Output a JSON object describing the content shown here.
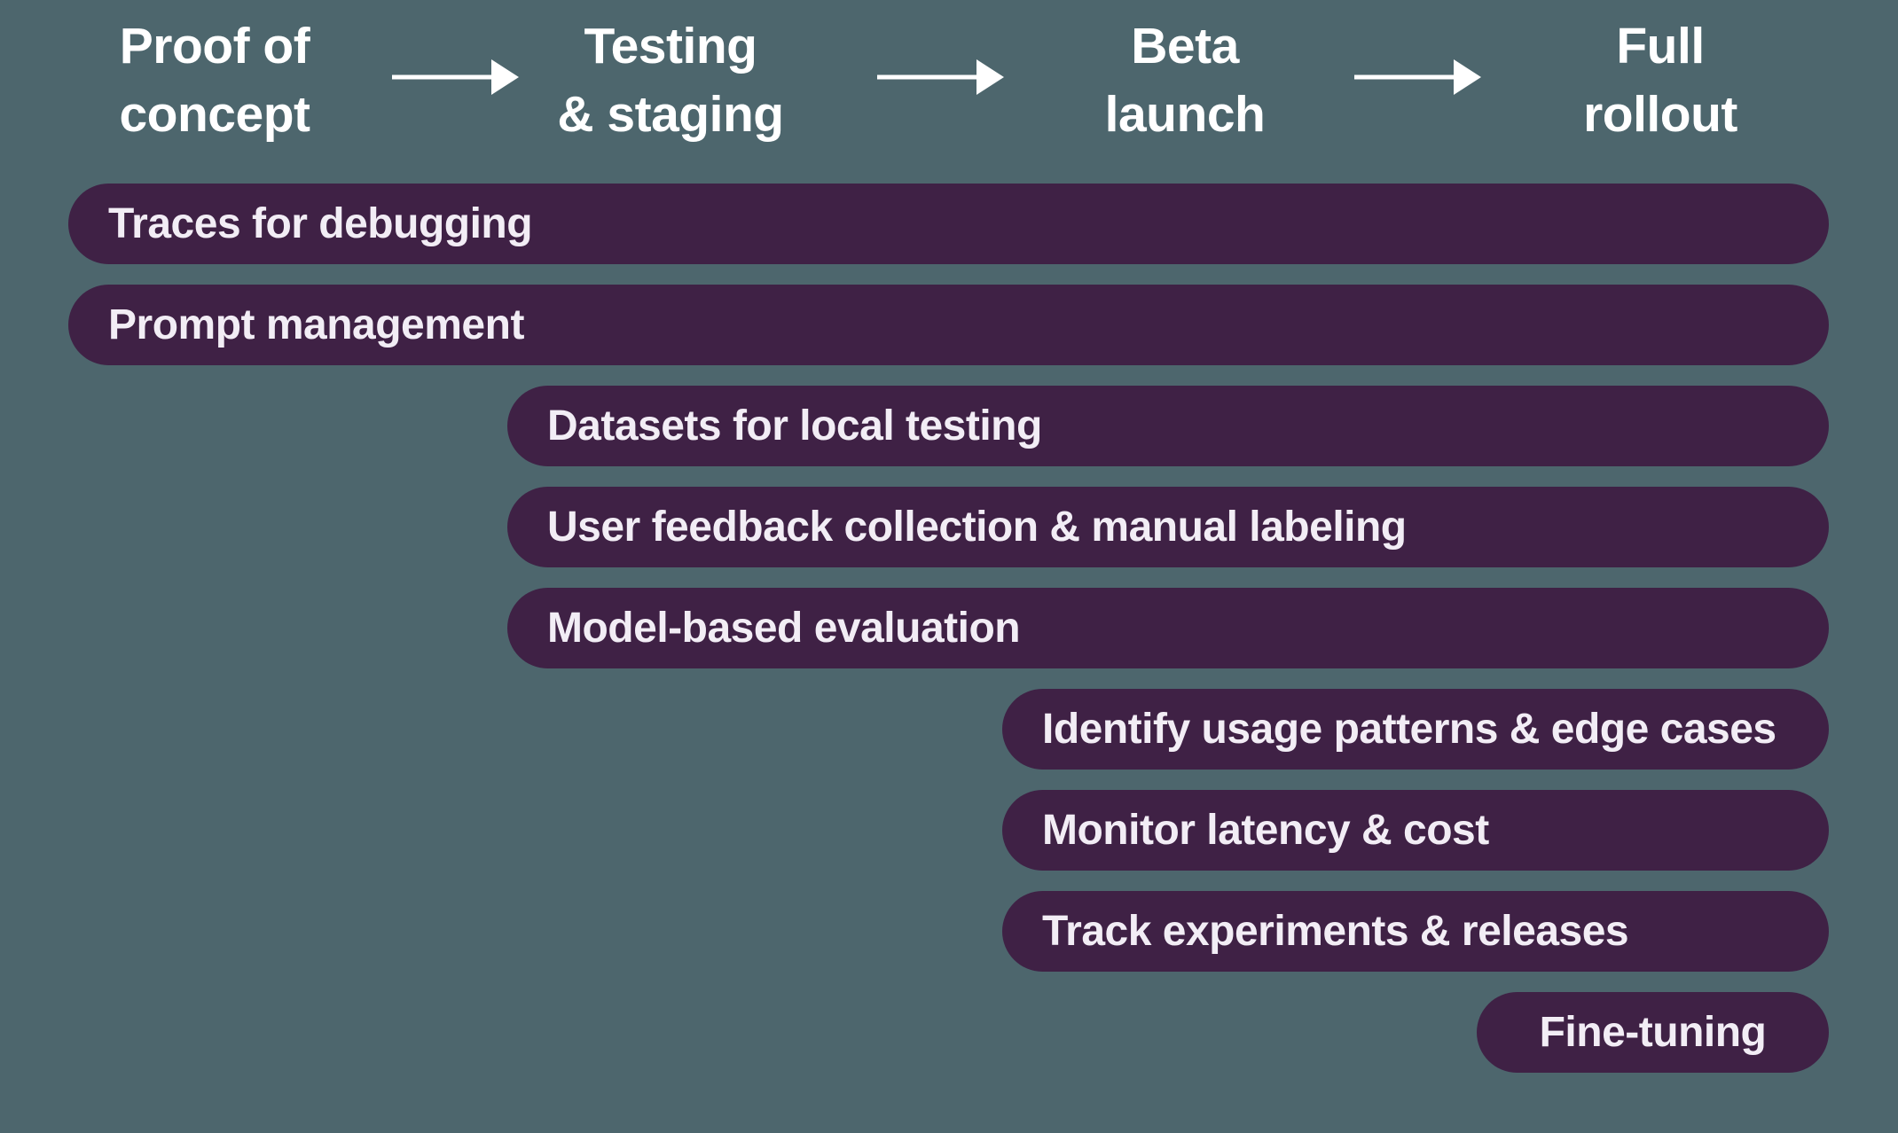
{
  "diagram": {
    "type": "phase-timeline",
    "phases": [
      {
        "line1": "Proof of",
        "line2": "concept"
      },
      {
        "line1": "Testing",
        "line2": "& staging"
      },
      {
        "line1": "Beta",
        "line2": "launch"
      },
      {
        "line1": "Full",
        "line2": "rollout"
      }
    ],
    "bars": [
      {
        "label": "Traces for debugging",
        "start_phase": "Proof of concept",
        "end_phase": "Full rollout"
      },
      {
        "label": "Prompt management",
        "start_phase": "Proof of concept",
        "end_phase": "Full rollout"
      },
      {
        "label": "Datasets for local testing",
        "start_phase": "Testing & staging",
        "end_phase": "Full rollout"
      },
      {
        "label": "User feedback collection & manual labeling",
        "start_phase": "Testing & staging",
        "end_phase": "Full rollout"
      },
      {
        "label": "Model-based evaluation",
        "start_phase": "Testing & staging",
        "end_phase": "Full rollout"
      },
      {
        "label": "Identify usage patterns & edge cases",
        "start_phase": "Beta launch",
        "end_phase": "Full rollout"
      },
      {
        "label": "Monitor latency & cost",
        "start_phase": "Beta launch",
        "end_phase": "Full rollout"
      },
      {
        "label": "Track experiments & releases",
        "start_phase": "Beta launch",
        "end_phase": "Full rollout"
      },
      {
        "label": "Fine-tuning",
        "start_phase": "Full rollout",
        "end_phase": "Full rollout"
      }
    ],
    "colors": {
      "background": "#4d666d",
      "bar_fill": "#3f2145",
      "bar_text": "#f2edf5",
      "phase_text": "#ffffff",
      "arrow": "#ffffff"
    }
  }
}
